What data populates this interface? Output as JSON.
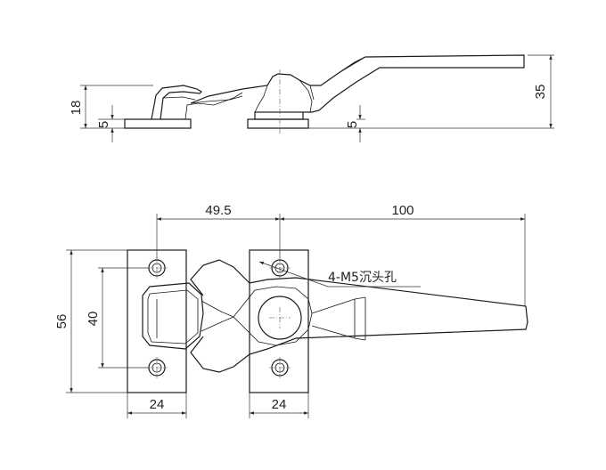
{
  "side_view": {
    "dims": {
      "total_height": "35",
      "lever_height": "18",
      "base_thickness_left": "5",
      "base_thickness_right": "5"
    }
  },
  "top_view": {
    "dims": {
      "pivot_offset": "49.5",
      "handle_length": "100",
      "plate_height": "56",
      "hole_spacing": "40",
      "left_plate_width": "24",
      "right_plate_width": "24"
    },
    "hole_note": "4-M5沉头孔"
  }
}
